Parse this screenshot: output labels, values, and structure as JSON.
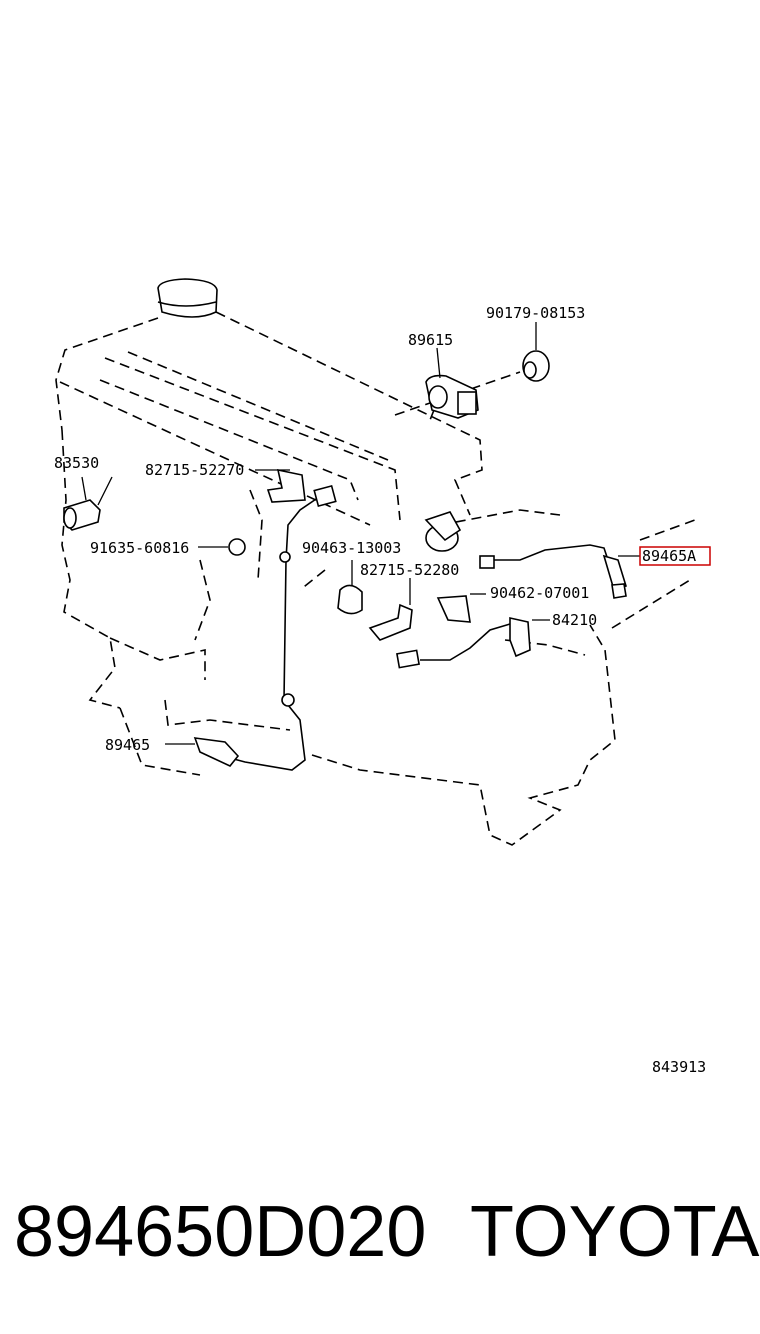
{
  "labels": {
    "p90179": "90179-08153",
    "p89615": "89615",
    "p83530": "83530",
    "p82715a": "82715-52270",
    "p91635": "91635-60816",
    "p90463": "90463-13003",
    "p82715b": "82715-52280",
    "p89465A": "89465A",
    "p90462": "90462-07001",
    "p84210": "84210",
    "p89465": "89465",
    "ref": "843913"
  },
  "colors": {
    "highlight": "#cc0000"
  },
  "footer": {
    "part_number": "894650D020",
    "brand": "TOYOTA"
  }
}
